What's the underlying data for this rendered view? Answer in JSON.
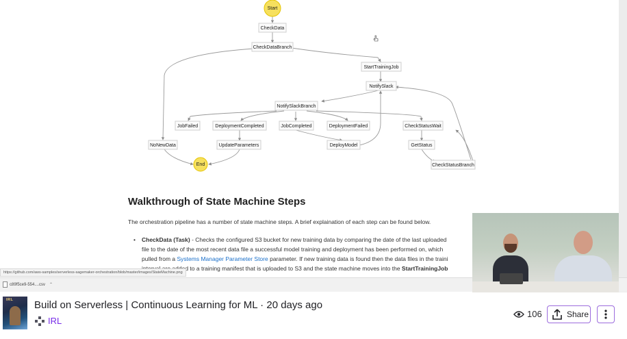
{
  "diagram": {
    "nodes": {
      "start": "Start",
      "check_data": "CheckData",
      "check_data_branch": "CheckDataBranch",
      "start_training_job": "StartTrainingJob",
      "notify_slack": "NotifySlack",
      "notify_slack_branch": "NotifySlackBranch",
      "job_failed": "JobFailed",
      "deployment_completed": "DeploymentCompleted",
      "job_completed": "JobCompleted",
      "deployment_failed": "DeploymentFailed",
      "check_status_wait": "CheckStatusWait",
      "no_new_data": "NoNewData",
      "update_parameters": "UpdateParameters",
      "deploy_model": "DeployModel",
      "get_status": "GetStatus",
      "check_status_branch": "CheckStatusBranch",
      "end": "End"
    }
  },
  "doc": {
    "heading": "Walkthrough of State Machine Steps",
    "intro": "The orchestration pipeline has a number of state machine steps. A brief explaination of each step can be found below.",
    "step": {
      "name": "CheckData (Task)",
      "line1_rest": " - Checks the configured S3 bucket for new training data by comparing the date of the last uploaded",
      "line2": "file to the date of the most recent data file a successful model training and deployment has been performed on, which",
      "line3_pre": "pulled from a ",
      "line3_link": "Systems Manager Parameter Store",
      "line3_post": " parameter. If new training data is found then the data files in the traini",
      "line4_pre": "interval are added to a training manifest that is uploaded to S3 and the state machine moves into the ",
      "line4_bold": "StartTrainingJob"
    }
  },
  "browser": {
    "status_url": "https://github.com/aws-samples/serverless-sagemaker-orchestration/blob/master/images/StateMachine.png",
    "download_file": "c89f5ce9-554....csv"
  },
  "video_info": {
    "thumbnail_label": "IRL",
    "title": "Build on Serverless | Continuous Learning for ML · 20 days ago",
    "channel": "IRL",
    "views": "106",
    "share_label": "Share"
  },
  "icons": {
    "views": "eye-icon",
    "share": "share-upload-icon",
    "more": "more-vertical-icon",
    "category": "gamepad-icon",
    "pointer": "hand-pointer-icon"
  },
  "colors": {
    "accent": "#772ce8",
    "node_circle": "#f6e05e",
    "link": "#1a6fc9"
  }
}
